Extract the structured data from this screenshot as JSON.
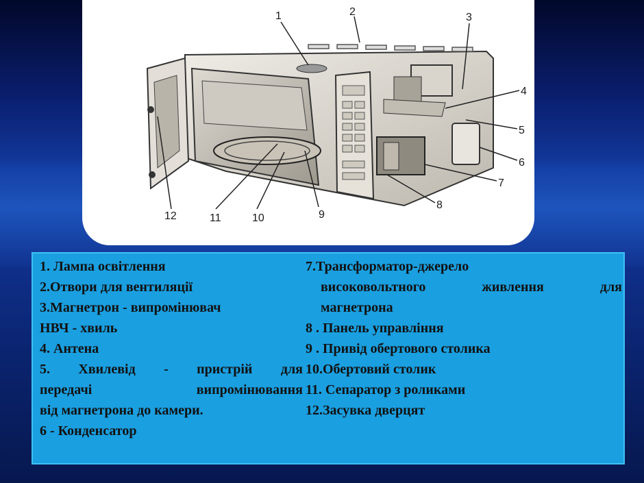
{
  "diagram": {
    "callouts": [
      "1",
      "2",
      "3",
      "4",
      "5",
      "6",
      "7",
      "8",
      "9",
      "10",
      "11",
      "12"
    ]
  },
  "legend": {
    "left": [
      "1. Лампа освітлення",
      "2.Отвори для вентиляції",
      "3.Магнетрон - випромінювач",
      "НВЧ - хвиль",
      "4. Антена",
      "5. Хвилевід - пристрій для",
      "передачі випромінювання",
      "від магнетрона до камери.",
      "6 - Конденсатор"
    ],
    "right": [
      "7.Трансформатор-джерело",
      "високовольтного живлення для",
      "магнетрона",
      "8 . Панель управління",
      "9 . Привід обертового столика",
      "10.Обертовий столик",
      "11. Сепаратор з роликами",
      "12.Засувка дверцят"
    ]
  },
  "colors": {
    "legend_bg": "#1a9fe0",
    "page_bg": "#0b1c5c"
  }
}
